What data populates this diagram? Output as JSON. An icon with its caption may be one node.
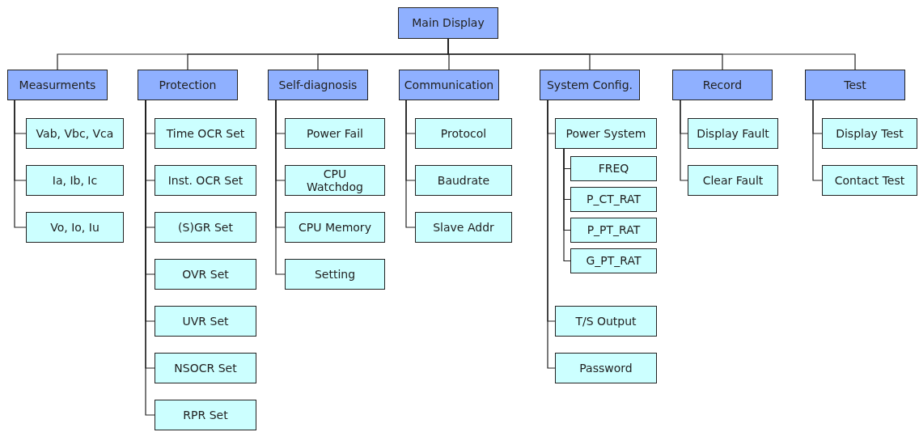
{
  "diagram": {
    "nodes": [
      {
        "text": [
          "Main Display"
        ]
      },
      {
        "text": [
          "Measurments"
        ]
      },
      {
        "text": [
          "Protection"
        ]
      },
      {
        "text": [
          "Self-diagnosis"
        ]
      },
      {
        "text": [
          "Communication"
        ]
      },
      {
        "text": [
          "System Config."
        ]
      },
      {
        "text": [
          "Record"
        ]
      },
      {
        "text": [
          "Test"
        ]
      },
      {
        "text": [
          "Vab, Vbc, Vca"
        ]
      },
      {
        "text": [
          "Ia, Ib, Ic"
        ]
      },
      {
        "text": [
          "Vo, Io, Iu"
        ]
      },
      {
        "text": [
          "Time OCR Set"
        ]
      },
      {
        "text": [
          "Inst. OCR Set"
        ]
      },
      {
        "text": [
          "(S)GR Set"
        ]
      },
      {
        "text": [
          "OVR Set"
        ]
      },
      {
        "text": [
          "UVR Set"
        ]
      },
      {
        "text": [
          "NSOCR Set"
        ]
      },
      {
        "text": [
          "RPR Set"
        ]
      },
      {
        "text": [
          "Power Fail"
        ]
      },
      {
        "text": [
          "CPU Watchdog"
        ]
      },
      {
        "text": [
          "CPU Memory"
        ]
      },
      {
        "text": [
          "Setting"
        ]
      },
      {
        "text": [
          "Protocol"
        ]
      },
      {
        "text": [
          "Baudrate"
        ]
      },
      {
        "text": [
          "Slave Addr"
        ]
      },
      {
        "text": [
          "Power System"
        ]
      },
      {
        "text": [
          "FREQ"
        ]
      },
      {
        "text": [
          "P_CT_RAT"
        ]
      },
      {
        "text": [
          "P_PT_RAT"
        ]
      },
      {
        "text": [
          "G_PT_RAT"
        ]
      },
      {
        "text": [
          "T/S Output"
        ]
      },
      {
        "text": [
          "Password"
        ]
      },
      {
        "text": [
          "Display Fault"
        ]
      },
      {
        "text": [
          "Clear Fault"
        ]
      },
      {
        "text": [
          "Display Test"
        ]
      },
      {
        "text": [
          "Contact Test"
        ]
      }
    ],
    "edges": [
      {
        "from": 0,
        "to": 1,
        "arrow": "none"
      },
      {
        "from": 0,
        "to": 2,
        "arrow": "none"
      },
      {
        "from": 0,
        "to": 3,
        "arrow": "none"
      },
      {
        "from": 0,
        "to": 4,
        "arrow": "none"
      },
      {
        "from": 0,
        "to": 5,
        "arrow": "none"
      },
      {
        "from": 0,
        "to": 6,
        "arrow": "none"
      },
      {
        "from": 0,
        "to": 7,
        "arrow": "none"
      },
      {
        "from": 1,
        "to": 8,
        "arrow": "none"
      },
      {
        "from": 1,
        "to": 9,
        "arrow": "none"
      },
      {
        "from": 1,
        "to": 10,
        "arrow": "none"
      },
      {
        "from": 2,
        "to": 11,
        "arrow": "none"
      },
      {
        "from": 2,
        "to": 12,
        "arrow": "none"
      },
      {
        "from": 2,
        "to": 13,
        "arrow": "none"
      },
      {
        "from": 2,
        "to": 14,
        "arrow": "none"
      },
      {
        "from": 2,
        "to": 15,
        "arrow": "none"
      },
      {
        "from": 2,
        "to": 16,
        "arrow": "none"
      },
      {
        "from": 2,
        "to": 17,
        "arrow": "none"
      },
      {
        "from": 3,
        "to": 18,
        "arrow": "none"
      },
      {
        "from": 3,
        "to": 19,
        "arrow": "none"
      },
      {
        "from": 3,
        "to": 20,
        "arrow": "none"
      },
      {
        "from": 3,
        "to": 21,
        "arrow": "none"
      },
      {
        "from": 4,
        "to": 22,
        "arrow": "none"
      },
      {
        "from": 4,
        "to": 23,
        "arrow": "none"
      },
      {
        "from": 4,
        "to": 24,
        "arrow": "none"
      },
      {
        "from": 5,
        "to": 25,
        "arrow": "none"
      },
      {
        "from": 25,
        "to": 26,
        "arrow": "none"
      },
      {
        "from": 25,
        "to": 27,
        "arrow": "none"
      },
      {
        "from": 25,
        "to": 28,
        "arrow": "none"
      },
      {
        "from": 25,
        "to": 29,
        "arrow": "none"
      },
      {
        "from": 5,
        "to": 30,
        "arrow": "none"
      },
      {
        "from": 5,
        "to": 31,
        "arrow": "none"
      },
      {
        "from": 6,
        "to": 32,
        "arrow": "none"
      },
      {
        "from": 6,
        "to": 33,
        "arrow": "none"
      },
      {
        "from": 7,
        "to": 34,
        "arrow": "none"
      },
      {
        "from": 7,
        "to": 35,
        "arrow": "none"
      }
    ]
  }
}
